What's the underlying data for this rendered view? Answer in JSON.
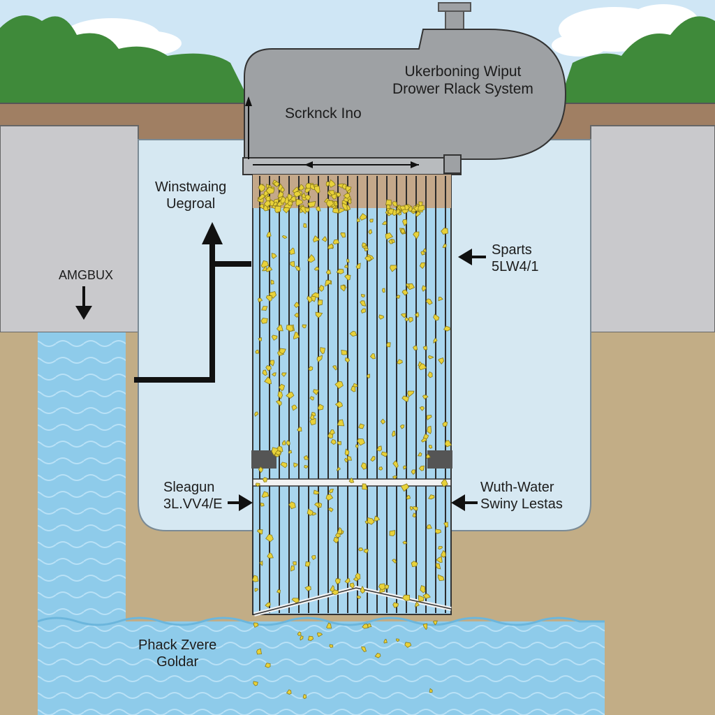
{
  "diagram": {
    "title": {
      "line1": "Ukerboning Wiput",
      "line2": "Drower Rlack System"
    },
    "tank_label": "Scrknck Ino",
    "labels": {
      "winstwaing": {
        "line1": "Winstwaing",
        "line2": "Uegroal"
      },
      "amgbux": "AMGBUX",
      "sparts": {
        "line1": "Sparts",
        "line2": "5LW4/1"
      },
      "sleagun": {
        "line1": "Sleagun",
        "line2": "3L.VV4/E"
      },
      "wuth_water": {
        "line1": "Wuth-Water",
        "line2": "Swiny Lestas"
      },
      "phack": {
        "line1": "Phack Zvere",
        "line2": "Goldar"
      }
    },
    "colors": {
      "sky": "#cfe6f5",
      "trees": "#3f8a3a",
      "topsoil": "#a07f63",
      "concrete": "#c9c9cc",
      "soil": "#c2ad86",
      "water": "#8ecbea",
      "tank": "#9ea1a4",
      "nuggets": "#e8d23a",
      "frame": "#1a1a1a"
    }
  }
}
